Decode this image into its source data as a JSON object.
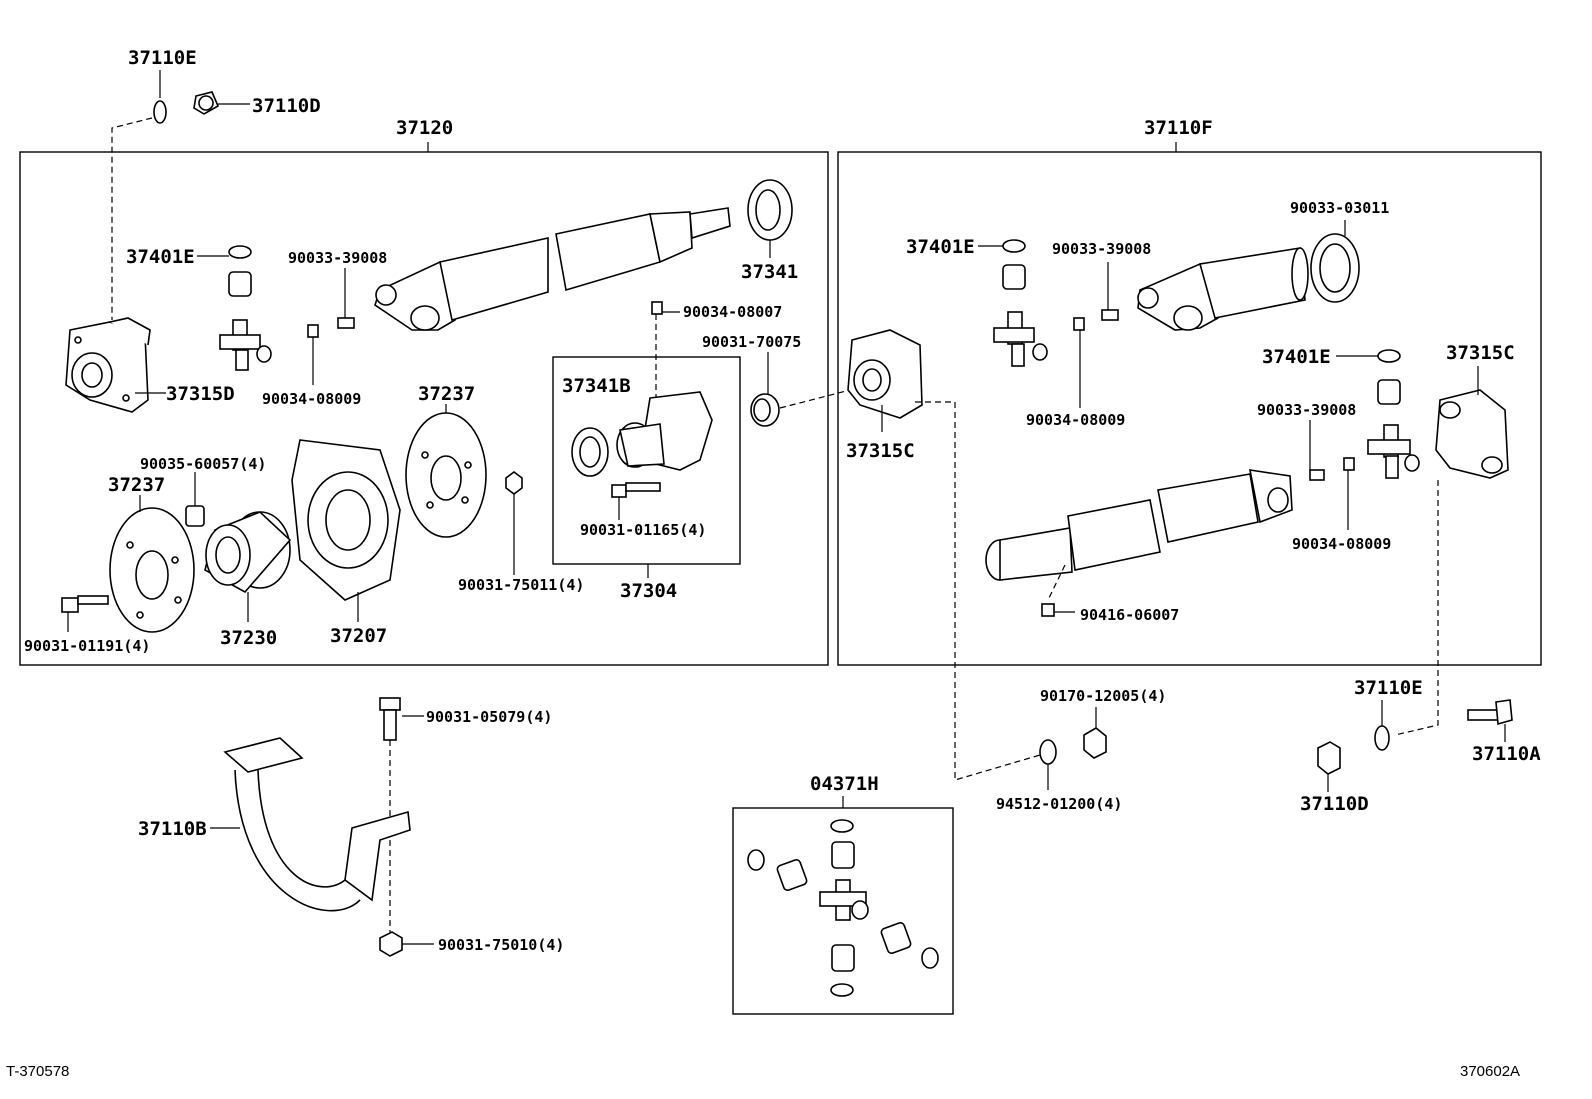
{
  "labels": {
    "p37110E_top": "37110E",
    "p37110D_top": "37110D",
    "p37120": "37120",
    "p37110F": "37110F",
    "p37401E_l": "37401E",
    "p90033_39008_l": "90033-39008",
    "p37341": "37341",
    "p90034_08007": "90034-08007",
    "p90031_70075": "90031-70075",
    "p37315D": "37315D",
    "p90034_08009_l": "90034-08009",
    "p37237_a": "37237",
    "p37341B": "37341B",
    "p90035_60057": "90035-60057(4)",
    "p37237_b": "37237",
    "p90031_01165": "90031-01165(4)",
    "p90031_75011": "90031-75011(4)",
    "p37304": "37304",
    "p90031_01191": "90031-01191(4)",
    "p37230": "37230",
    "p37207": "37207",
    "p37401E_r1": "37401E",
    "p90033_39008_r1": "90033-39008",
    "p90033_03011": "90033-03011",
    "p37315C_mid": "37315C",
    "p90034_08009_r1": "90034-08009",
    "p37401E_r2": "37401E",
    "p37315C_r": "37315C",
    "p90033_39008_r2": "90033-39008",
    "p90034_08009_r2": "90034-08009",
    "p90416_06007": "90416-06007",
    "p90031_05079": "90031-05079(4)",
    "p90170_12005": "90170-12005(4)",
    "p37110E_r": "37110E",
    "p37110A": "37110A",
    "p37110B": "37110B",
    "p04371H": "04371H",
    "p94512_01200": "94512-01200(4)",
    "p37110D_r": "37110D",
    "p90031_75010": "90031-75010(4)"
  },
  "footer": {
    "left_code": "T-370578",
    "right_code": "370602A"
  }
}
